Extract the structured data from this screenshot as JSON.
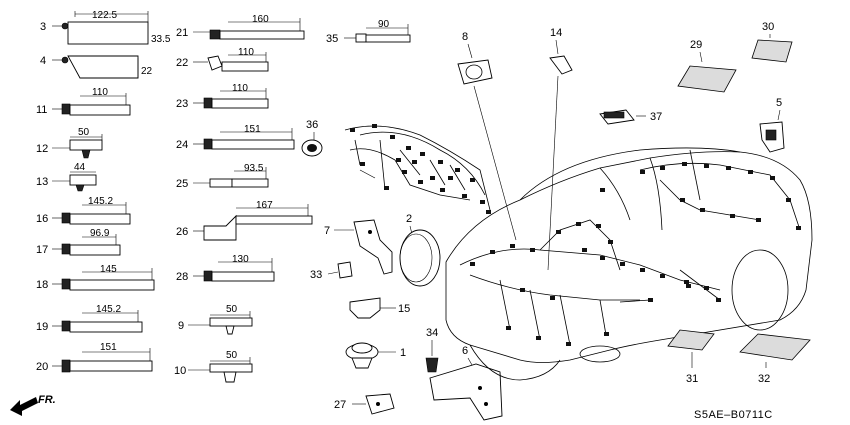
{
  "diagram": {
    "code": "S5AE–B0711C",
    "direction_label": "FR.",
    "callouts": [
      {
        "no": "3",
        "dim": "122.5",
        "dim2": "33.5"
      },
      {
        "no": "4",
        "dim2": "22"
      },
      {
        "no": "11",
        "dim": "110"
      },
      {
        "no": "12",
        "dim": "50"
      },
      {
        "no": "13",
        "dim": "44"
      },
      {
        "no": "16",
        "dim": "145.2"
      },
      {
        "no": "17",
        "dim": "96.9"
      },
      {
        "no": "18",
        "dim": "145"
      },
      {
        "no": "19",
        "dim": "145.2"
      },
      {
        "no": "20",
        "dim": "151"
      },
      {
        "no": "21",
        "dim": "160"
      },
      {
        "no": "22",
        "dim": "110"
      },
      {
        "no": "23",
        "dim": "110"
      },
      {
        "no": "24",
        "dim": "151"
      },
      {
        "no": "25",
        "dim": "93.5"
      },
      {
        "no": "26",
        "dim": "167"
      },
      {
        "no": "28",
        "dim": "130"
      },
      {
        "no": "9",
        "dim": "50"
      },
      {
        "no": "10",
        "dim": "50"
      },
      {
        "no": "35",
        "dim": "90"
      },
      {
        "no": "36"
      },
      {
        "no": "7"
      },
      {
        "no": "2"
      },
      {
        "no": "33"
      },
      {
        "no": "15"
      },
      {
        "no": "1"
      },
      {
        "no": "34"
      },
      {
        "no": "6"
      },
      {
        "no": "27"
      },
      {
        "no": "8"
      },
      {
        "no": "14"
      },
      {
        "no": "29"
      },
      {
        "no": "30"
      },
      {
        "no": "37"
      },
      {
        "no": "5"
      },
      {
        "no": "31"
      },
      {
        "no": "32"
      }
    ]
  },
  "colors": {
    "line": "#000000",
    "background": "#ffffff"
  }
}
